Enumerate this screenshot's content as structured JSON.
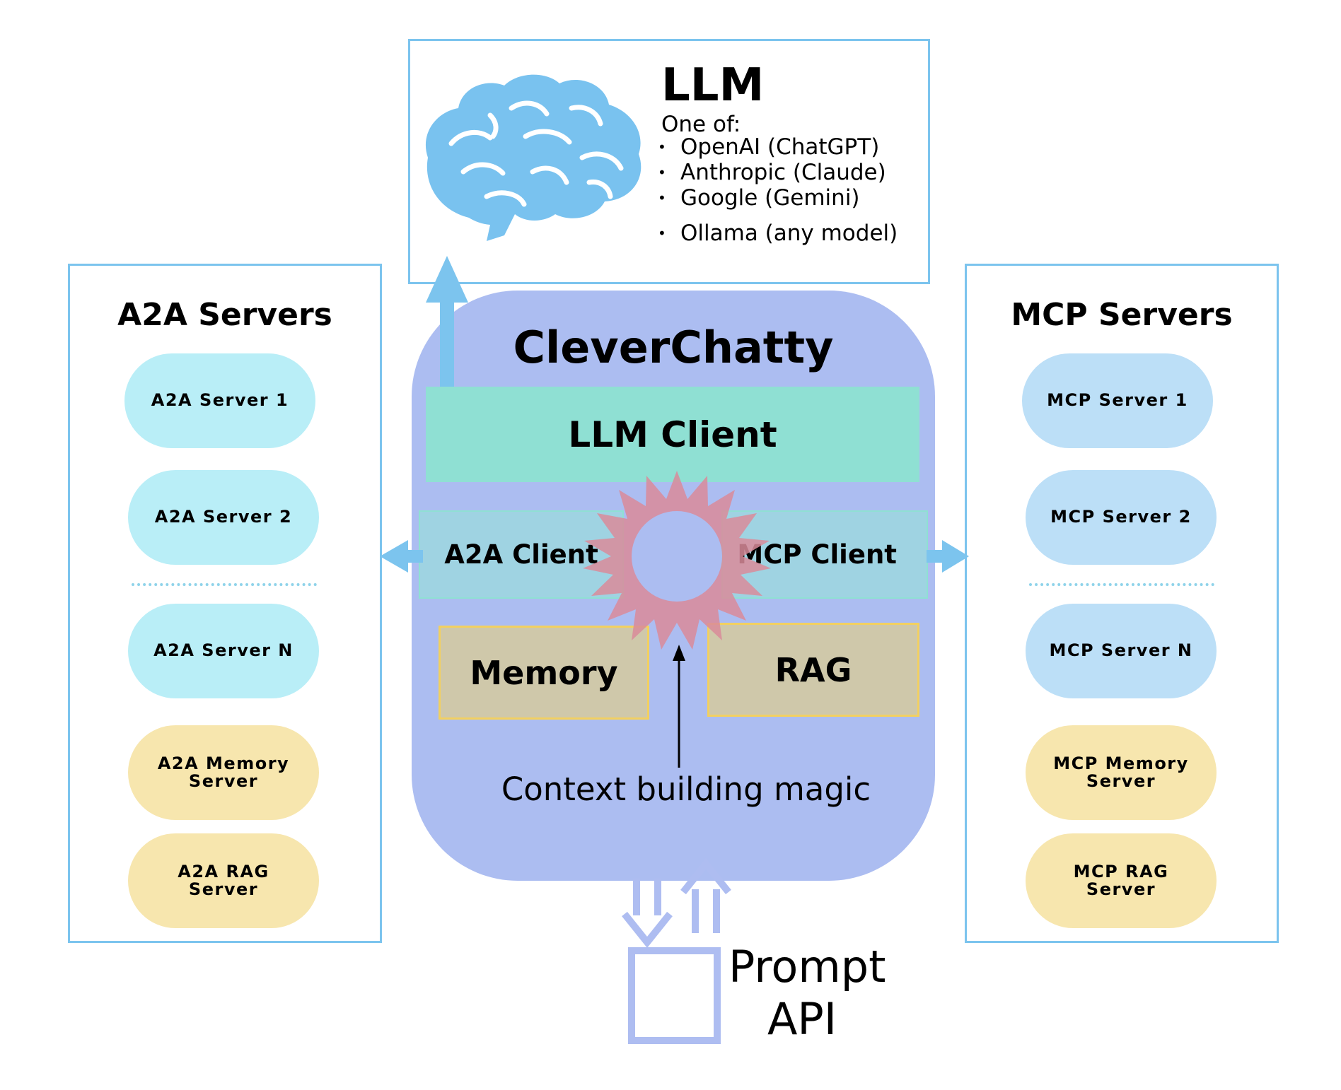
{
  "llm": {
    "title": "LLM",
    "subtitle": "One of:",
    "options": [
      "OpenAI (ChatGPT)",
      "Anthropic (Claude)",
      "Google (Gemini)",
      "Ollama (any model)"
    ],
    "icon": "brain-icon"
  },
  "core": {
    "title": "CleverChatty",
    "llm_client": "LLM Client",
    "a2a_client": "A2A Client",
    "mcp_client": "MCP Client",
    "memory": "Memory",
    "rag": "RAG",
    "magic": "Context building magic"
  },
  "a2a": {
    "title": "A2A Servers",
    "servers": [
      "A2A Server 1",
      "A2A Server 2",
      "A2A Server N"
    ],
    "special": [
      "A2A Memory\nServer",
      "A2A RAG\nServer"
    ]
  },
  "mcp": {
    "title": "MCP Servers",
    "servers": [
      "MCP Server 1",
      "MCP Server 2",
      "MCP Server N"
    ],
    "special": [
      "MCP Memory\nServer",
      "MCP RAG\nServer"
    ]
  },
  "api": {
    "label_line1": "Prompt",
    "label_line2": "API"
  },
  "colors": {
    "panel_border": "#7cc4ee",
    "core_bg": "#acbdf1",
    "llm_client_bg": "#8fe0d3",
    "client_bg": "#9fd3e2",
    "storage_bg": "#cfc8aa",
    "storage_border": "#f2d060",
    "arrow_blue": "#7cc4ee",
    "api_arrow": "#aebdf1",
    "star_fill": "#d98b9a"
  }
}
